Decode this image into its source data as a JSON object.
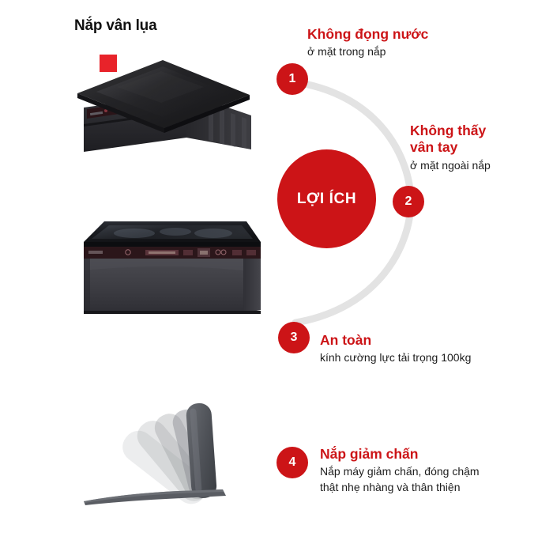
{
  "meta": {
    "background": "#ffffff",
    "accent_red": "#cc1417",
    "marker_red": "#e8232a",
    "arc_gray": "#e3e3e3",
    "text_dark": "#1d1d1d"
  },
  "heading": {
    "title": "Nắp vân lụa"
  },
  "hub": {
    "label": "LỢI ÍCH"
  },
  "benefits": [
    {
      "number": "1",
      "title": "Không đọng nước",
      "subtitle": "ở mặt trong nắp"
    },
    {
      "number": "2",
      "title": "Không thấy\nvân tay",
      "subtitle": "ở mặt ngoài nắp"
    },
    {
      "number": "3",
      "title": "An toàn",
      "subtitle": "kính cường lực tải trọng 100kg"
    },
    {
      "number": "4",
      "title": "Nắp giảm chấn",
      "subtitle": "Nắp máy giảm chấn, đóng chậm\nthật nhẹ nhàng và thân thiện"
    }
  ],
  "figures": [
    {
      "name": "washing-machine-lid-closed-angled",
      "caption_marker": "red-square-highlight"
    },
    {
      "name": "washing-machine-front-glass-top",
      "caption_marker": "none"
    },
    {
      "name": "soft-close-lid-motion-sequence",
      "caption_marker": "none"
    }
  ]
}
